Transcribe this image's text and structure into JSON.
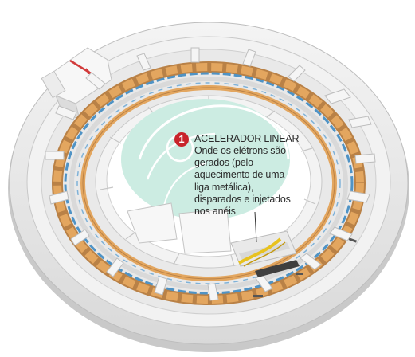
{
  "callout": {
    "number": "1",
    "title": "ACELERADOR LINEAR",
    "body": "Onde os elétrons são gerados (pelo aquecimento de uma liga metálica), disparados e injetados nos anéis"
  },
  "colors": {
    "inner_field": "#ccece2",
    "badge": "#c8242b",
    "orange_ring": "#e3a65f",
    "beam_blue": "#4f93c5",
    "linac_yellow": "#e8c21f",
    "arrow_red": "#d23a3a"
  }
}
